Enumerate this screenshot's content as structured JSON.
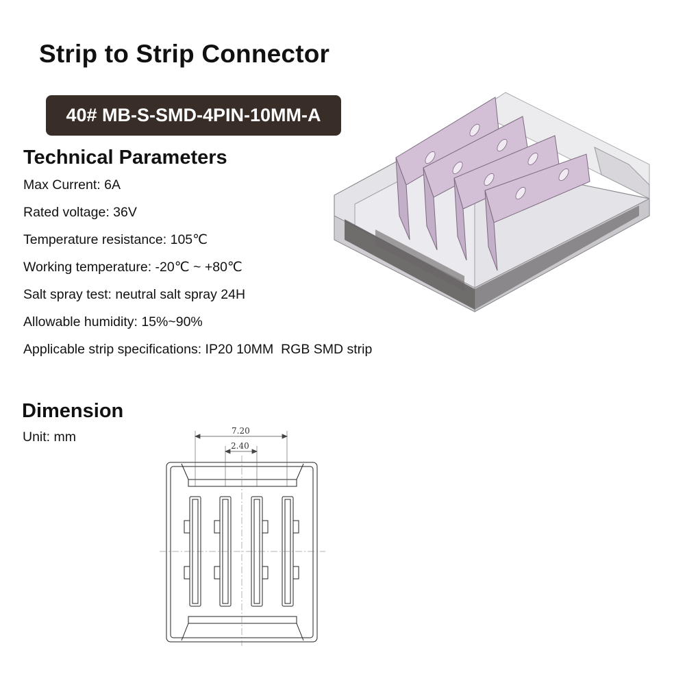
{
  "header": {
    "title": "Strip to Strip Connector",
    "model": "40# MB-S-SMD-4PIN-10MM-A"
  },
  "technical": {
    "heading": "Technical Parameters",
    "params": [
      "Max Current: 6A",
      "Rated voltage: 36V",
      "Temperature resistance: 105℃",
      "Working temperature: -20℃ ~ +80℃",
      "Salt spray test: neutral salt spray 24H",
      "Allowable humidity: 15%~90%",
      "Applicable strip specifications: IP20 10MM  RGB SMD strip"
    ]
  },
  "dimension": {
    "heading": "Dimension",
    "unit": "Unit: mm",
    "labels": {
      "outer_pitch": "7.20",
      "inner_pitch": "2.40"
    }
  },
  "colors": {
    "badge_bg": "#382e27",
    "contact_pin": "#d3bfd6",
    "housing_dark": "#5e5a5b",
    "housing_clear": "#dcdcdf"
  }
}
